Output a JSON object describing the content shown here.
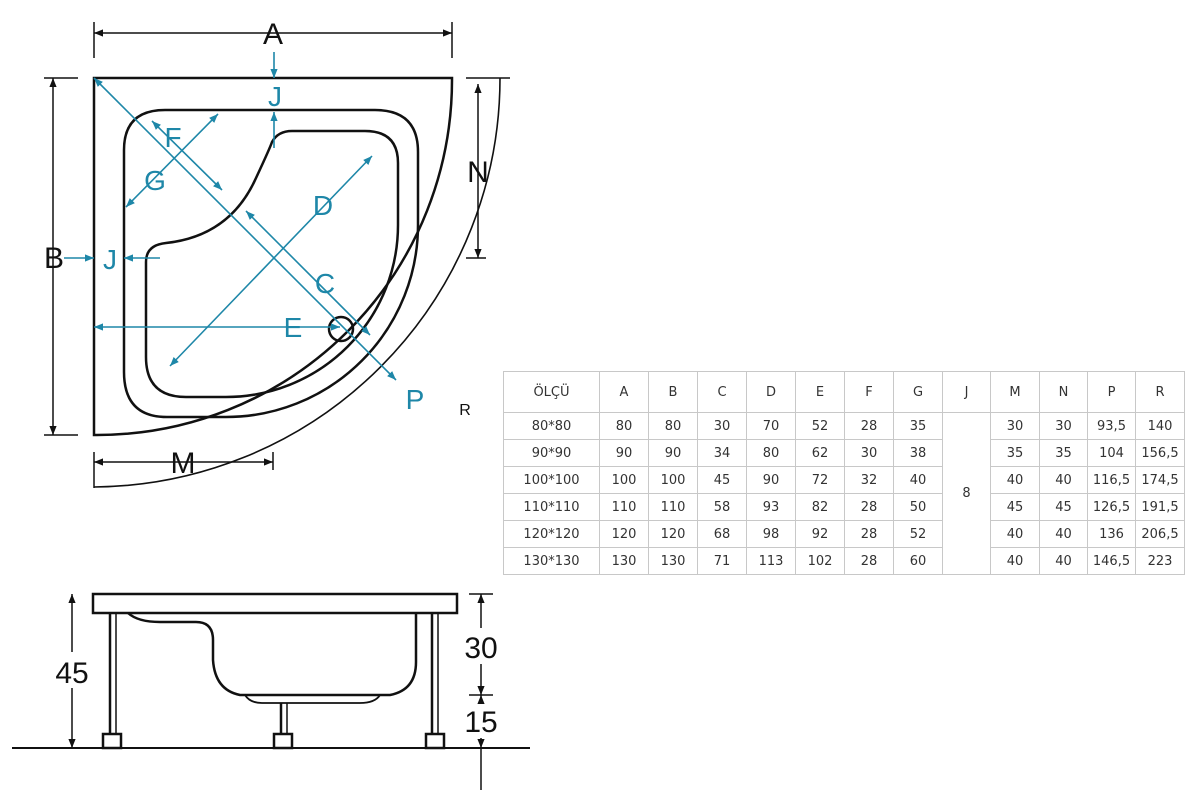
{
  "colors": {
    "line": "#111111",
    "accent": "#1e87a8",
    "table_border": "#c8c8c8",
    "table_text": "#333333"
  },
  "plan": {
    "label_A": "A",
    "label_B": "B",
    "label_C": "C",
    "label_D": "D",
    "label_E": "E",
    "label_F": "F",
    "label_G": "G",
    "label_J_top": "J",
    "label_J_left": "J",
    "label_M": "M",
    "label_N": "N",
    "label_P": "P",
    "label_R": "R"
  },
  "side": {
    "total_height": "45",
    "tub_height": "30",
    "leg_height": "15"
  },
  "table": {
    "headers": [
      "ÖLÇÜ",
      "A",
      "B",
      "C",
      "D",
      "E",
      "F",
      "G",
      "J",
      "M",
      "N",
      "P",
      "R"
    ],
    "j_value": "8",
    "rows": [
      {
        "size": "80*80",
        "a": "80",
        "b": "80",
        "c": "30",
        "d": "70",
        "e": "52",
        "f": "28",
        "g": "35",
        "m": "30",
        "n": "30",
        "p": "93,5",
        "r": "140"
      },
      {
        "size": "90*90",
        "a": "90",
        "b": "90",
        "c": "34",
        "d": "80",
        "e": "62",
        "f": "30",
        "g": "38",
        "m": "35",
        "n": "35",
        "p": "104",
        "r": "156,5"
      },
      {
        "size": "100*100",
        "a": "100",
        "b": "100",
        "c": "45",
        "d": "90",
        "e": "72",
        "f": "32",
        "g": "40",
        "m": "40",
        "n": "40",
        "p": "116,5",
        "r": "174,5"
      },
      {
        "size": "110*110",
        "a": "110",
        "b": "110",
        "c": "58",
        "d": "93",
        "e": "82",
        "f": "28",
        "g": "50",
        "m": "45",
        "n": "45",
        "p": "126,5",
        "r": "191,5"
      },
      {
        "size": "120*120",
        "a": "120",
        "b": "120",
        "c": "68",
        "d": "98",
        "e": "92",
        "f": "28",
        "g": "52",
        "m": "40",
        "n": "40",
        "p": "136",
        "r": "206,5"
      },
      {
        "size": "130*130",
        "a": "130",
        "b": "130",
        "c": "71",
        "d": "113",
        "e": "102",
        "f": "28",
        "g": "60",
        "m": "40",
        "n": "40",
        "p": "146,5",
        "r": "223"
      }
    ]
  }
}
